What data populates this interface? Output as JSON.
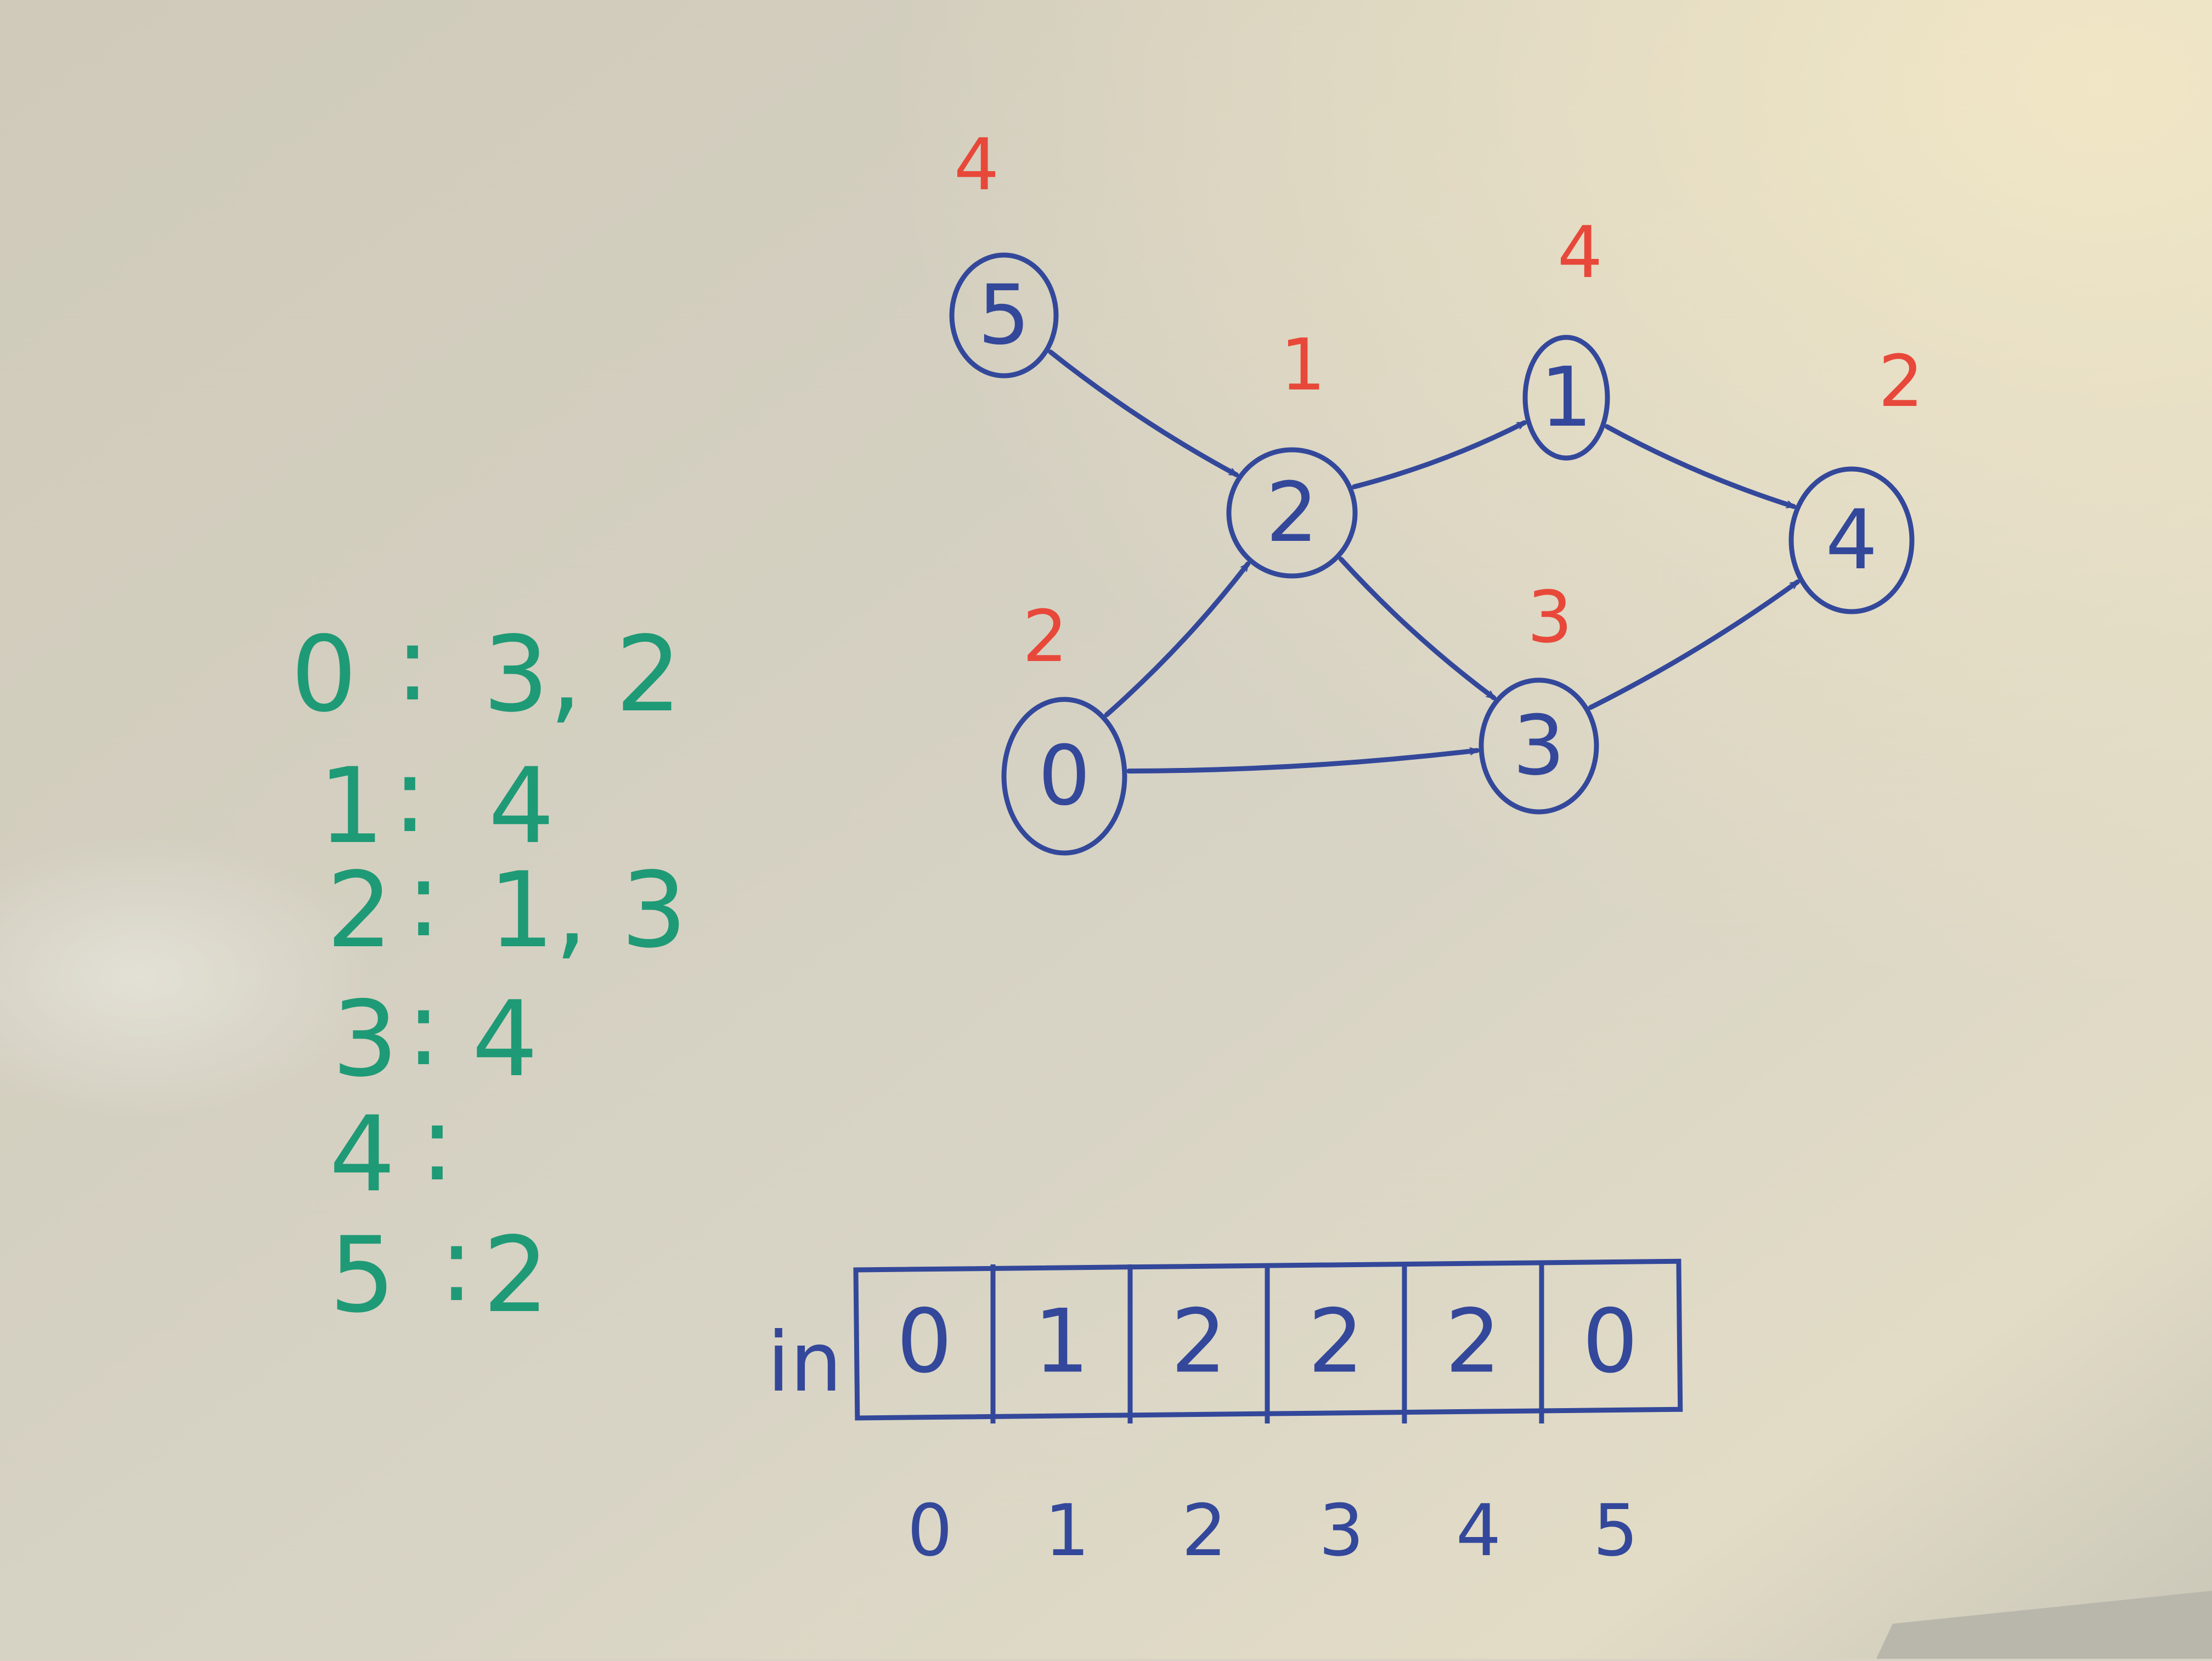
{
  "colors": {
    "board_light": "#ebe3c8",
    "board_mid": "#d6d2c2",
    "board_dark": "#c0bfb2",
    "graph_ink": "#33489a",
    "indegree_ink": "#e8483a",
    "adjacency_ink": "#1f9a76"
  },
  "graph": {
    "nodes": [
      {
        "id": "5",
        "label": "5",
        "indegree": "4"
      },
      {
        "id": "2",
        "label": "2",
        "indegree": "1"
      },
      {
        "id": "1",
        "label": "1",
        "indegree": "4"
      },
      {
        "id": "4",
        "label": "4",
        "indegree": "2"
      },
      {
        "id": "0",
        "label": "0",
        "indegree": "2"
      },
      {
        "id": "3",
        "label": "3",
        "indegree": "3"
      }
    ],
    "edges": [
      {
        "from": "5",
        "to": "2"
      },
      {
        "from": "2",
        "to": "1"
      },
      {
        "from": "2",
        "to": "3"
      },
      {
        "from": "1",
        "to": "4"
      },
      {
        "from": "3",
        "to": "4"
      },
      {
        "from": "0",
        "to": "2"
      },
      {
        "from": "0",
        "to": "3"
      }
    ]
  },
  "adjacency_list": [
    {
      "node": "0",
      "sep": ":",
      "neighbors": "3, 2"
    },
    {
      "node": "1",
      "sep": ":",
      "neighbors": "4"
    },
    {
      "node": "2",
      "sep": ":",
      "neighbors": "1, 3"
    },
    {
      "node": "3",
      "sep": ":",
      "neighbors": "4"
    },
    {
      "node": "4",
      "sep": ":",
      "neighbors": ""
    },
    {
      "node": "5",
      "sep": ":",
      "neighbors": "2"
    }
  ],
  "in_array": {
    "name": "in",
    "values": [
      "0",
      "1",
      "2",
      "2",
      "2",
      "0"
    ],
    "indices": [
      "0",
      "1",
      "2",
      "3",
      "4",
      "5"
    ]
  }
}
